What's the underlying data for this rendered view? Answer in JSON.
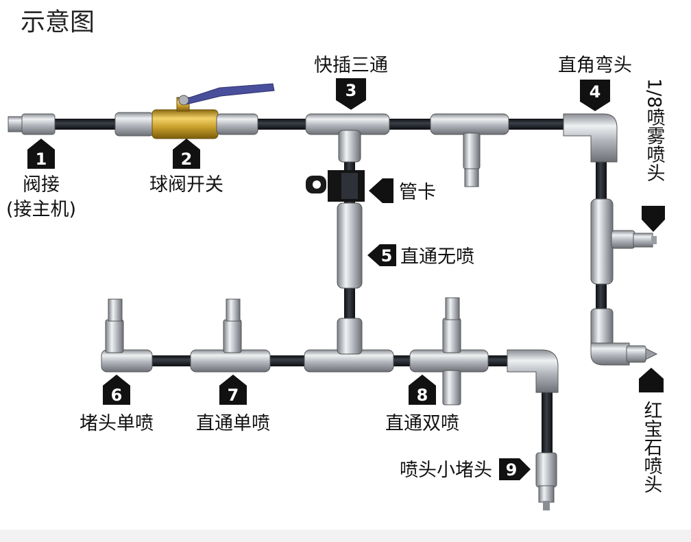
{
  "title": "示意图",
  "parts": [
    {
      "number": "1",
      "label": "阀接",
      "sublabel": "(接主机)"
    },
    {
      "number": "2",
      "label": "球阀开关"
    },
    {
      "number": "3",
      "label": "快插三通"
    },
    {
      "number": "4",
      "label": "直角弯头"
    },
    {
      "number": "5",
      "label": "直通无喷"
    },
    {
      "number": "6",
      "label": "堵头单喷"
    },
    {
      "number": "7",
      "label": "直通单喷"
    },
    {
      "number": "8",
      "label": "直通双喷"
    },
    {
      "number": "9",
      "label": "喷头小堵头"
    }
  ],
  "callouts": {
    "pipe_clamp": "管卡",
    "nozzle_1_8": "1/8喷雾喷头",
    "ruby_nozzle": "红宝石喷头"
  },
  "colors": {
    "hose": "#1f2227",
    "metal": "#b8bcc2",
    "brass": "#c9a02c",
    "handle": "#4a4f9c",
    "badge": "#111111"
  }
}
